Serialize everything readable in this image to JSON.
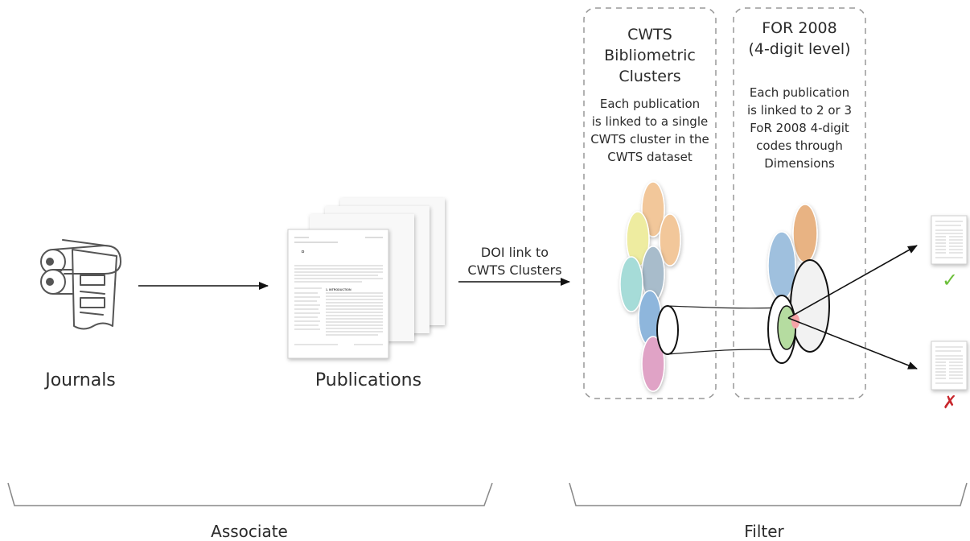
{
  "journals_label": "Journals",
  "publications_label": "Publications",
  "doi_link_label": "DOI link to\nCWTS Clusters",
  "cwts_box": {
    "title": "CWTS\nBibliometric\nClusters",
    "description": "Each publication\nis linked to a single\nCWTS cluster in the\nCWTS dataset"
  },
  "for_box": {
    "title": "FOR 2008\n(4-digit level)",
    "description": "Each publication\nis linked to 2 or 3\nFoR 2008 4-digit\ncodes through\nDimensions"
  },
  "paper_front": {
    "title": "Dimensions: Building Context for\nSearch and Evaluation",
    "section_heading": "1. INTRODUCTION"
  },
  "check_mark": "✓",
  "cross_mark": "✗",
  "stage_associate": "Associate",
  "stage_filter": "Filter",
  "colors": {
    "cluster_orange": "#f2c79a",
    "cluster_yellow": "#eeeca0",
    "cluster_slate": "#a8bccb",
    "cluster_teal": "#a6dcd8",
    "cluster_blue": "#8eb6dc",
    "cluster_pink": "#e0a3c6",
    "for_blue": "#9fc0de",
    "for_orange": "#e8b383",
    "for_green": "#b5dca0",
    "for_red": "#f5a3a6",
    "check_green": "#6cbf3a",
    "cross_red": "#c8262c"
  }
}
